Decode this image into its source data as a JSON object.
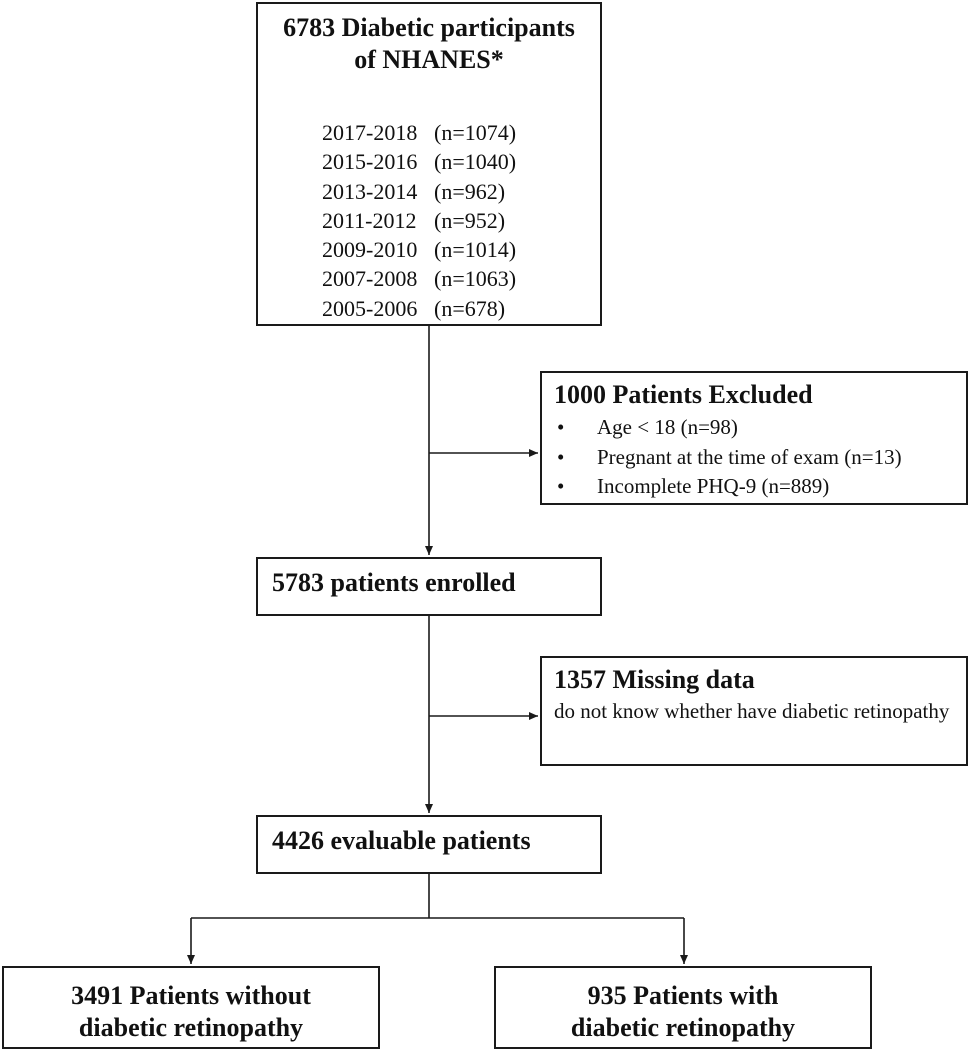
{
  "source": {
    "title_line1": "6783 Diabetic participants",
    "title_line2": "of NHANES*",
    "cycles": [
      {
        "years": "2017-2018",
        "n": "(n=1074)"
      },
      {
        "years": "2015-2016",
        "n": "(n=1040)"
      },
      {
        "years": "2013-2014",
        "n": "(n=962)"
      },
      {
        "years": "2011-2012",
        "n": "(n=952)"
      },
      {
        "years": "2009-2010",
        "n": "(n=1014)"
      },
      {
        "years": "2007-2008",
        "n": "(n=1063)"
      },
      {
        "years": "2005-2006",
        "n": "(n=678)"
      }
    ]
  },
  "excluded": {
    "title": "1000 Patients Excluded",
    "bullet_glyph": "•",
    "items": [
      "Age < 18 (n=98)",
      "Pregnant at the time of exam (n=13)",
      "Incomplete PHQ-9 (n=889)"
    ]
  },
  "enrolled": {
    "title": "5783 patients enrolled"
  },
  "missing": {
    "title": "1357 Missing data",
    "description": "do not know whether have diabetic retinopathy"
  },
  "evaluable": {
    "title": "4426 evaluable patients"
  },
  "without_dr": {
    "title_line1": "3491 Patients without",
    "title_line2": "diabetic retinopathy"
  },
  "with_dr": {
    "title_line1": "935 Patients with",
    "title_line2": "diabetic retinopathy"
  }
}
